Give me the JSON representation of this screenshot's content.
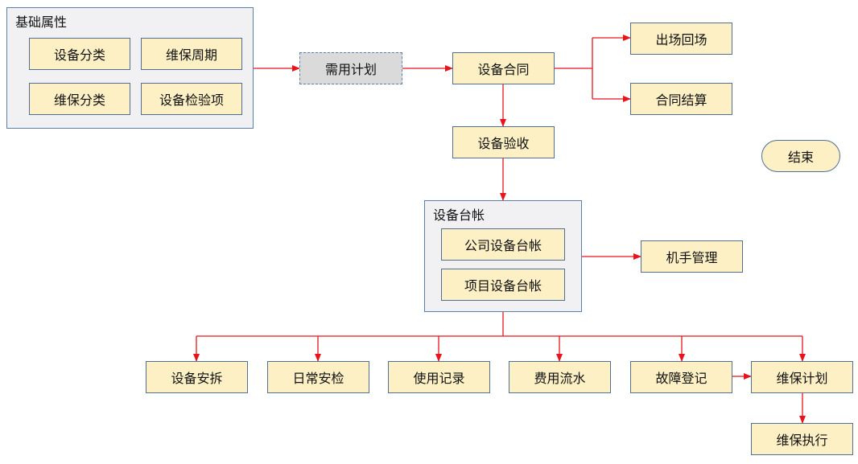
{
  "colors": {
    "node_fill": "#fdf0c4",
    "node_border": "#4f6f96",
    "group_fill": "#f1f1f3",
    "dashed_fill": "#dadada",
    "edge": "#e8141b"
  },
  "groups": {
    "basic_attributes": {
      "title": "基础属性"
    },
    "equipment_ledger": {
      "title": "设备台帐"
    }
  },
  "nodes": {
    "equipment_category": "设备分类",
    "maintenance_cycle": "维保周期",
    "maintenance_category": "维保分类",
    "inspection_items": "设备检验项",
    "demand_plan": "需用计划",
    "equipment_contract": "设备合同",
    "entry_exit": "出场回场",
    "contract_settlement": "合同结算",
    "equipment_acceptance": "设备验收",
    "end": "结束",
    "company_ledger": "公司设备台帐",
    "project_ledger": "项目设备台帐",
    "operator_management": "机手管理",
    "install_dismantle": "设备安拆",
    "daily_inspection": "日常安检",
    "usage_record": "使用记录",
    "expense_flow": "费用流水",
    "fault_registration": "故障登记",
    "maintenance_plan": "维保计划",
    "maintenance_execution": "维保执行"
  }
}
